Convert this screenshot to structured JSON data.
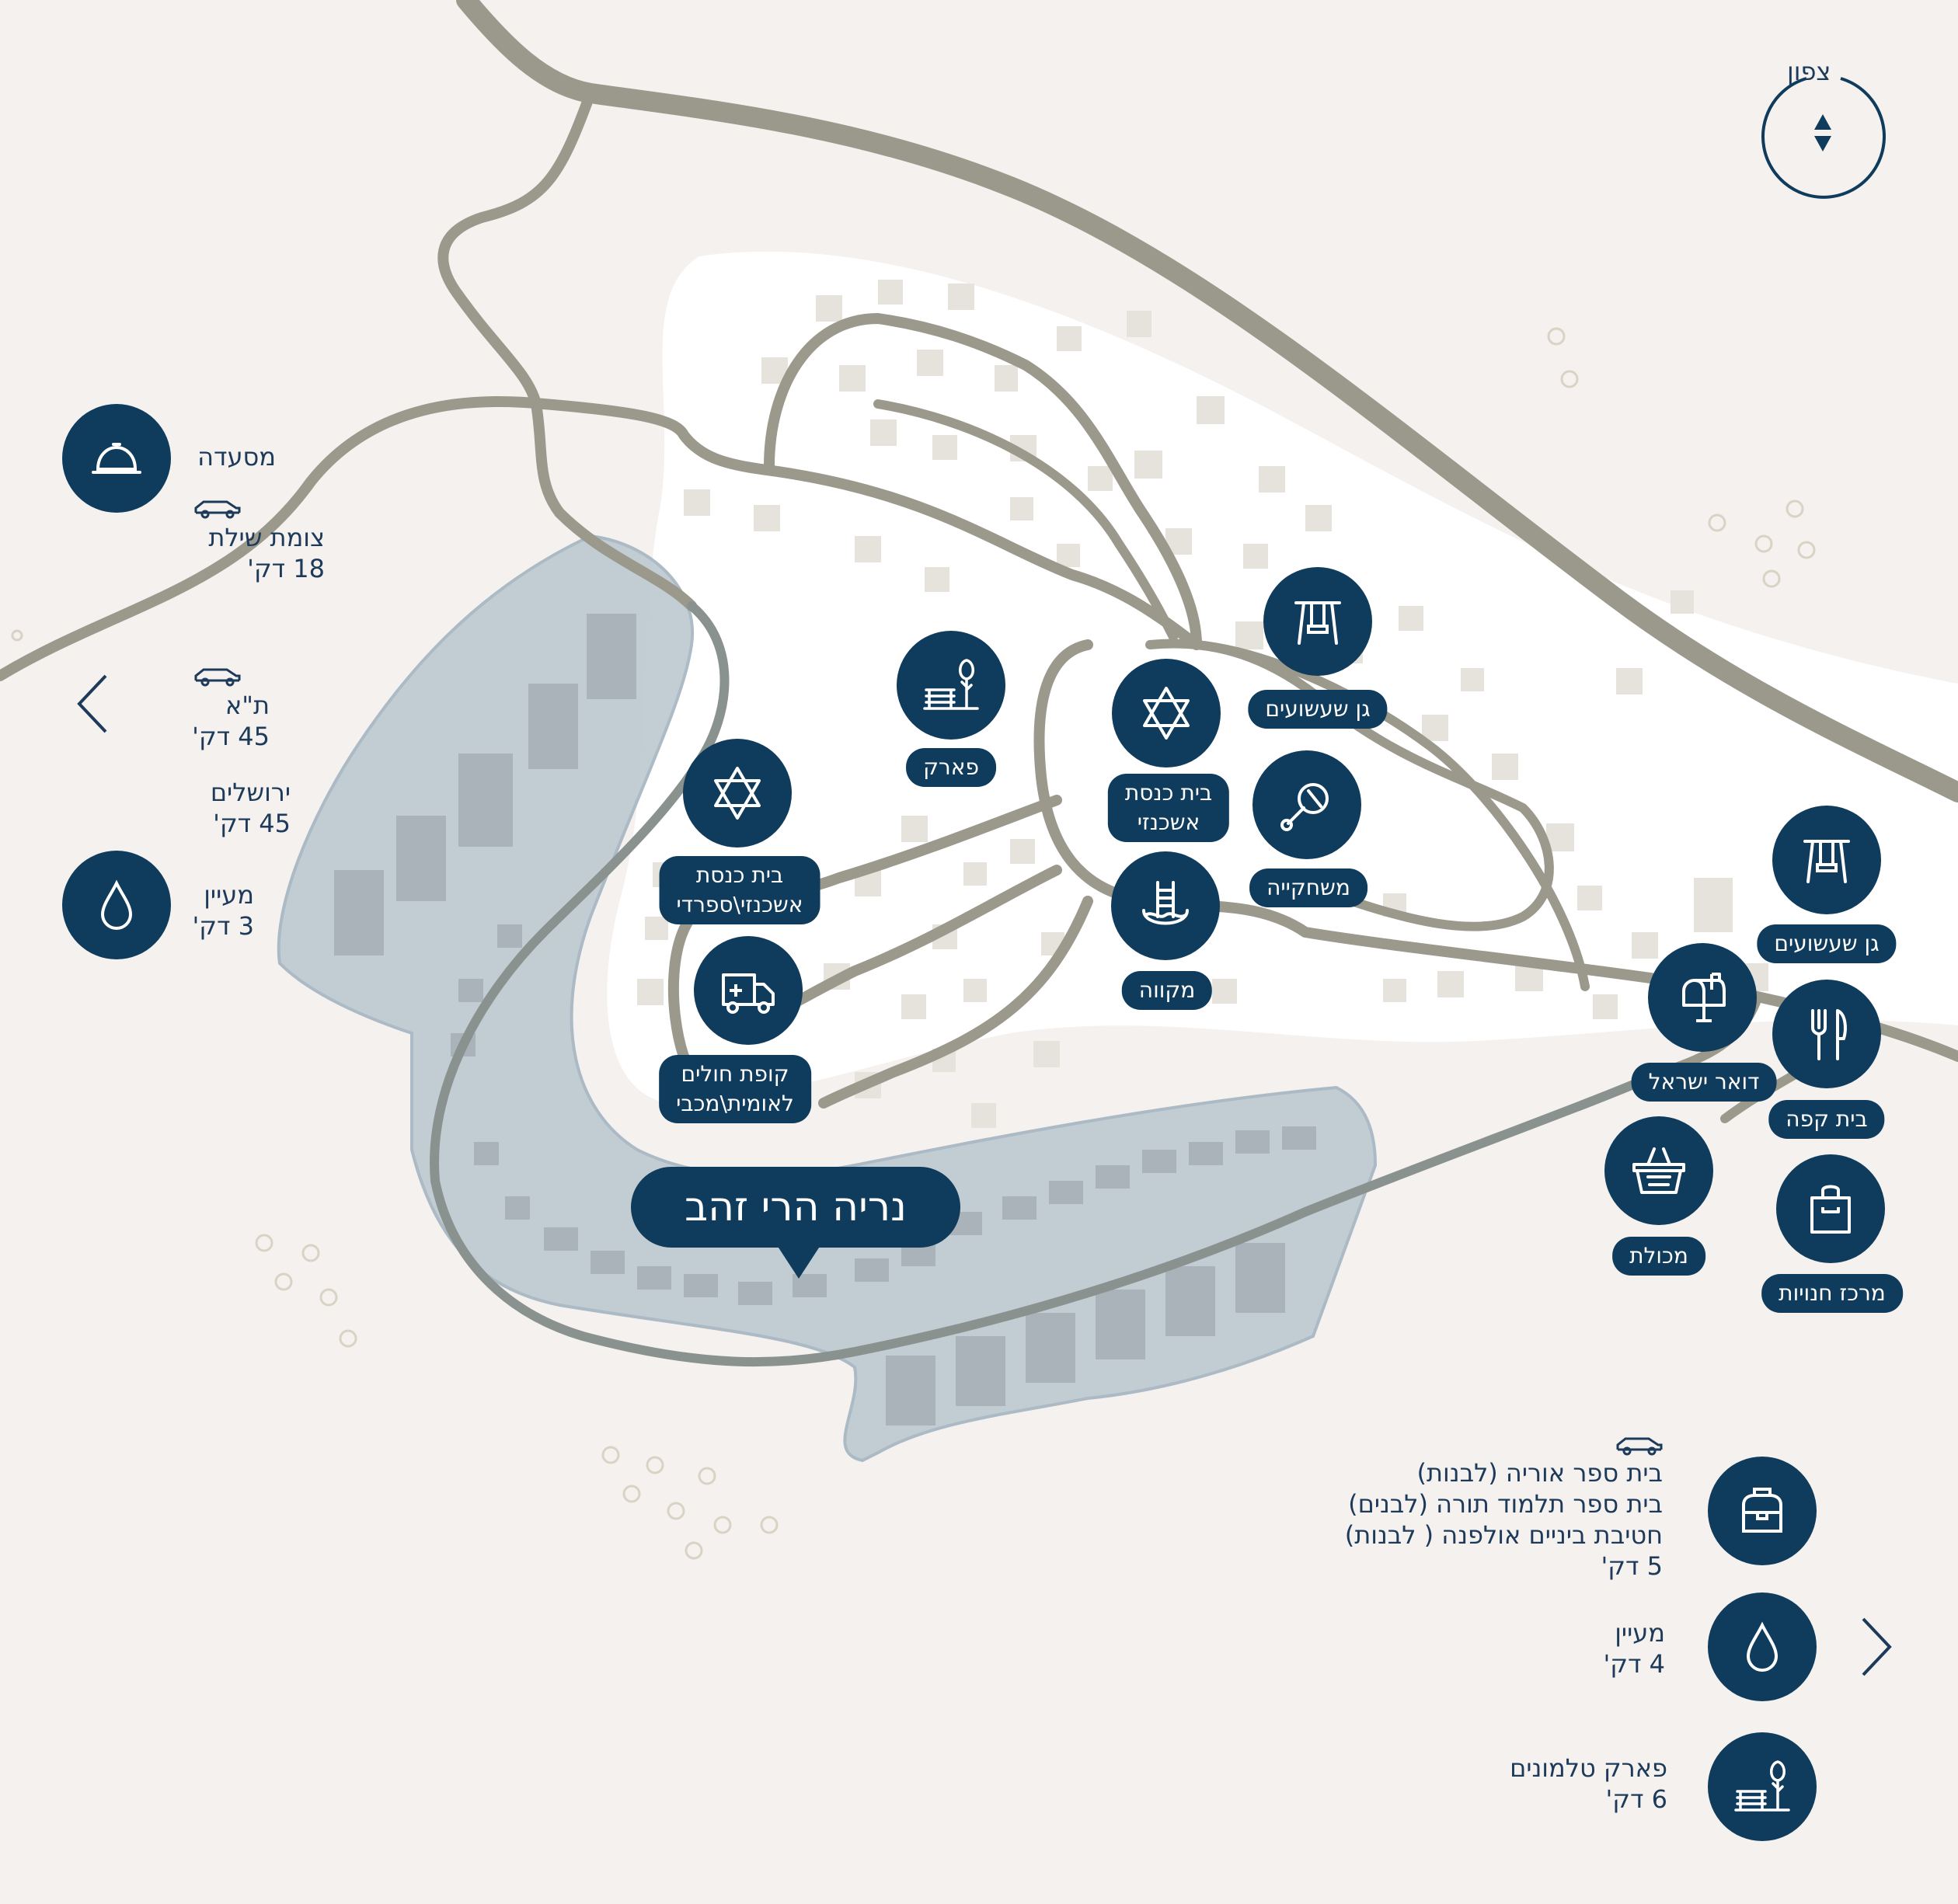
{
  "compass": {
    "label": "צפון"
  },
  "project_label": "נריה הרי זהב",
  "colors": {
    "navy": "#0f3b5c",
    "road": "#9b998c",
    "background": "#f4f1ee",
    "zone_fill": "#bfcbd2",
    "building": "#e6e3dd"
  },
  "pois": [
    {
      "id": "playground-1",
      "icon": "swing-icon",
      "lines": [
        "גן שעשועים"
      ]
    },
    {
      "id": "park",
      "icon": "bench-tree-icon",
      "lines": [
        "פארק"
      ]
    },
    {
      "id": "synagogue-ashkenazi",
      "icon": "star-of-david-icon",
      "lines": [
        "בית כנסת",
        "אשכנזי"
      ]
    },
    {
      "id": "playroom",
      "icon": "rattle-icon",
      "lines": [
        "משחקייה"
      ]
    },
    {
      "id": "synagogue-mixed",
      "icon": "star-of-david-icon",
      "lines": [
        "בית כנסת",
        "אשכנזי\\ספרדי"
      ]
    },
    {
      "id": "mikveh",
      "icon": "mikveh-icon",
      "lines": [
        "מקווה"
      ]
    },
    {
      "id": "clinic",
      "icon": "ambulance-icon",
      "lines": [
        "קופת חולים",
        "לאומית\\מכבי"
      ]
    },
    {
      "id": "playground-2",
      "icon": "swing-icon",
      "lines": [
        "גן שעשועים"
      ]
    },
    {
      "id": "post-office",
      "icon": "mailbox-icon",
      "lines": [
        "דואר ישראל"
      ]
    },
    {
      "id": "cafe",
      "icon": "fork-knife-icon",
      "lines": [
        "בית קפה"
      ]
    },
    {
      "id": "grocery",
      "icon": "basket-icon",
      "lines": [
        "מכולת"
      ]
    },
    {
      "id": "shopping-center",
      "icon": "shopping-bag-icon",
      "lines": [
        "מרכז חנויות"
      ]
    }
  ],
  "left_panel": {
    "restaurant": {
      "icon": "cloche-icon",
      "title": "מסעדה"
    },
    "shilat": {
      "icon": "car-icon",
      "lines": [
        "צומת שילת",
        "18 דק'"
      ]
    },
    "tel_aviv": {
      "icon": "car-icon",
      "lines": [
        "ת\"א",
        "45 דק'"
      ]
    },
    "jerusalem": {
      "lines": [
        "ירושלים",
        "45 דק'"
      ]
    },
    "spring": {
      "icon": "water-drop-icon",
      "lines": [
        "מעיין",
        "3 דק'"
      ]
    }
  },
  "right_panel": {
    "schools": {
      "icon": "backpack-icon",
      "car_icon": "car-icon",
      "lines": [
        "בית ספר אוריה (לבנות)",
        "בית ספר תלמוד תורה (לבנים)",
        "חטיבת ביניים אולפנה ( לבנות)",
        "5 דק'"
      ]
    },
    "spring": {
      "icon": "water-drop-icon",
      "lines": [
        "מעיין",
        "4 דק'"
      ]
    },
    "park": {
      "icon": "bench-tree-icon",
      "lines": [
        "פארק טלמונים",
        "6 דק'"
      ]
    }
  }
}
